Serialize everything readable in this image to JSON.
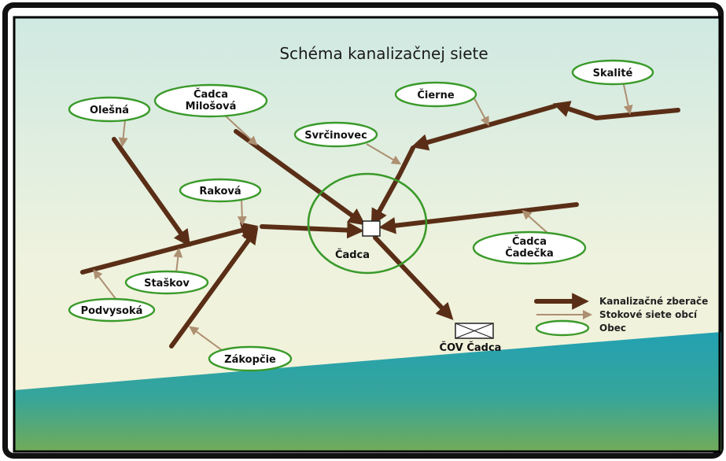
{
  "title": "Schéma kanalizačnej siete",
  "nodes": {
    "olesna": "Olešná",
    "cadca_milosova_1": "Čadca",
    "cadca_milosova_2": "Milošová",
    "ciernie": "Čierne",
    "skalite": "Skalité",
    "svrcinovec": "Svrčinovec",
    "rakova": "Raková",
    "cadca": "Čadca",
    "cadca_cadecka_1": "Čadca",
    "cadca_cadecka_2": "Čadečka",
    "staskov": "Staškov",
    "podvysoka": "Podvysoká",
    "zakopcie": "Zákopčie",
    "cov": "ČOV Čadca"
  },
  "legend": {
    "collectors": "Kanalizačné zberače",
    "local_networks": "Stokové siete obcí",
    "municipality": "Obec"
  },
  "colors": {
    "collector": "#5a2e16",
    "local_network": "#ad8f71",
    "municipality_outline": "#3a9a2a",
    "sea_top": "#2aa3b0",
    "sea_bottom": "#6aa85a",
    "sky_top": "#cfe9e2",
    "sky_bottom": "#f3f1d9"
  }
}
